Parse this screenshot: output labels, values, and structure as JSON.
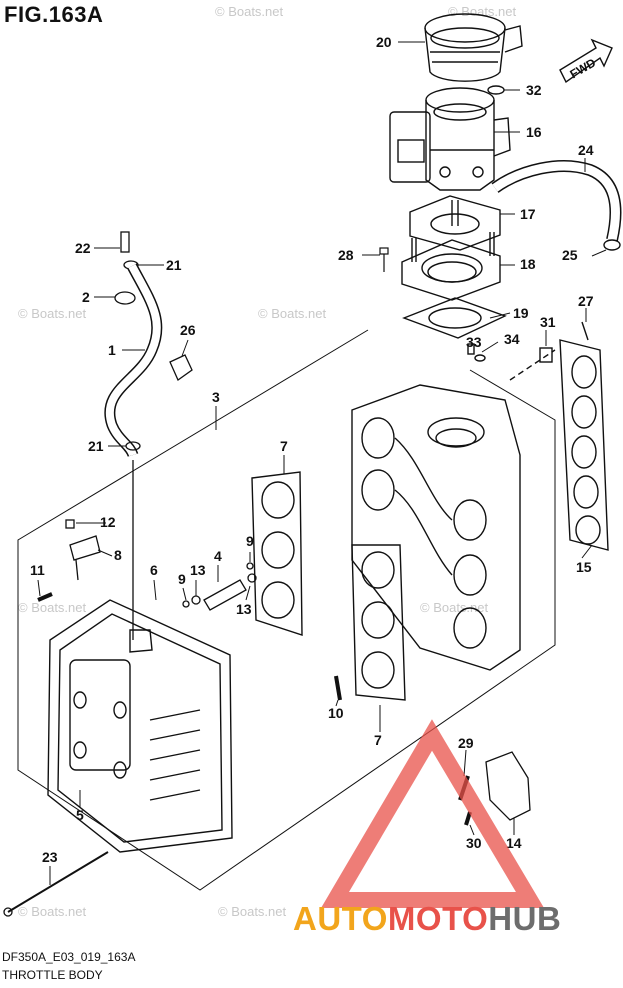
{
  "figure": {
    "title": "FIG.163A",
    "code": "DF350A_E03_019_163A",
    "caption": "THROTTLE BODY",
    "direction_label": "FWD",
    "watermark": "© Boats.net",
    "logo": {
      "part1": "AUTO",
      "part2": "MOTO",
      "part3": "HUB",
      "colors": {
        "auto": "#f2a51c",
        "moto": "#e8524a",
        "hub": "#6d6d6d",
        "triangle": "#e8524a"
      }
    },
    "callouts": [
      "1",
      "2",
      "3",
      "4",
      "5",
      "6",
      "7",
      "7",
      "8",
      "9",
      "9",
      "10",
      "11",
      "12",
      "13",
      "13",
      "14",
      "15",
      "16",
      "17",
      "18",
      "19",
      "20",
      "21",
      "21",
      "22",
      "23",
      "24",
      "25",
      "26",
      "27",
      "28",
      "29",
      "30",
      "31",
      "32",
      "33",
      "34"
    ]
  }
}
